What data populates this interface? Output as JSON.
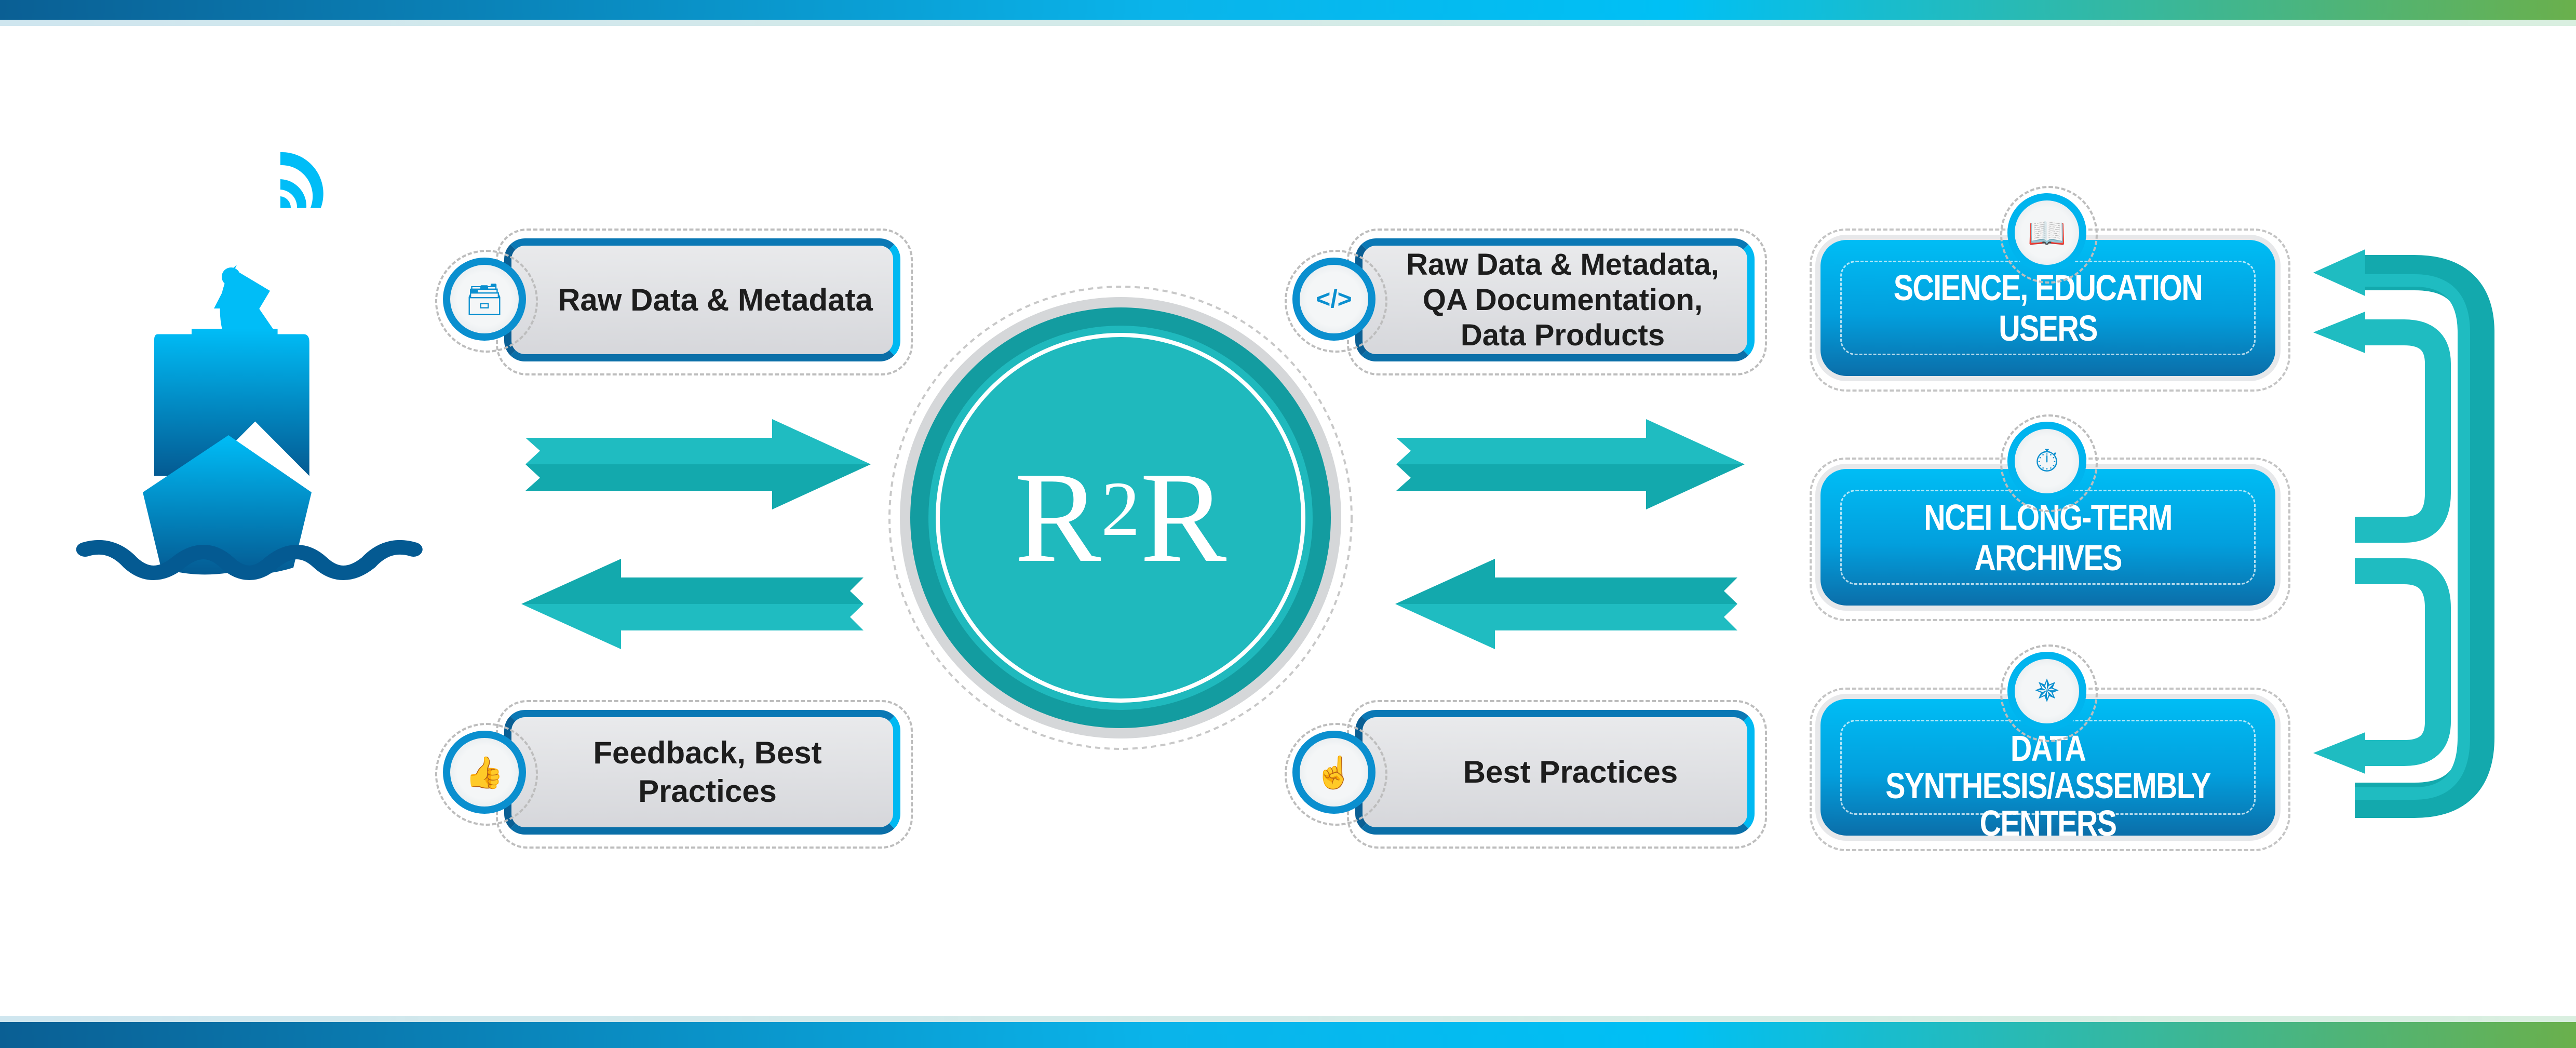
{
  "colors": {
    "teal": "#1fbcc1",
    "teal_dark": "#13a9ad",
    "blue": "#00bdf5",
    "blue_dark": "#0b6ea9"
  },
  "center": {
    "label": "R",
    "sup": "2",
    "label2": "R"
  },
  "left_boxes": [
    {
      "text": "Raw Data & Metadata",
      "icon": "database-merge-icon"
    },
    {
      "text": "Feedback, Best Practices",
      "icon": "thumbs-up-stars-icon"
    }
  ],
  "middle_boxes": [
    {
      "text": "Raw Data & Metadata, QA Documentation, Data Products",
      "icon": "code-window-icon"
    },
    {
      "text": "Best Practices",
      "icon": "pointing-hand-icon"
    }
  ],
  "right_boxes": [
    {
      "text": "SCIENCE, EDUCATION USERS",
      "icon": "reader-icon"
    },
    {
      "text": "NCEI LONG-TERM ARCHIVES",
      "icon": "clock-arrow-icon"
    },
    {
      "text": "DATA SYNTHESIS/ASSEMBLY CENTERS",
      "icon": "network-chart-icon"
    }
  ]
}
